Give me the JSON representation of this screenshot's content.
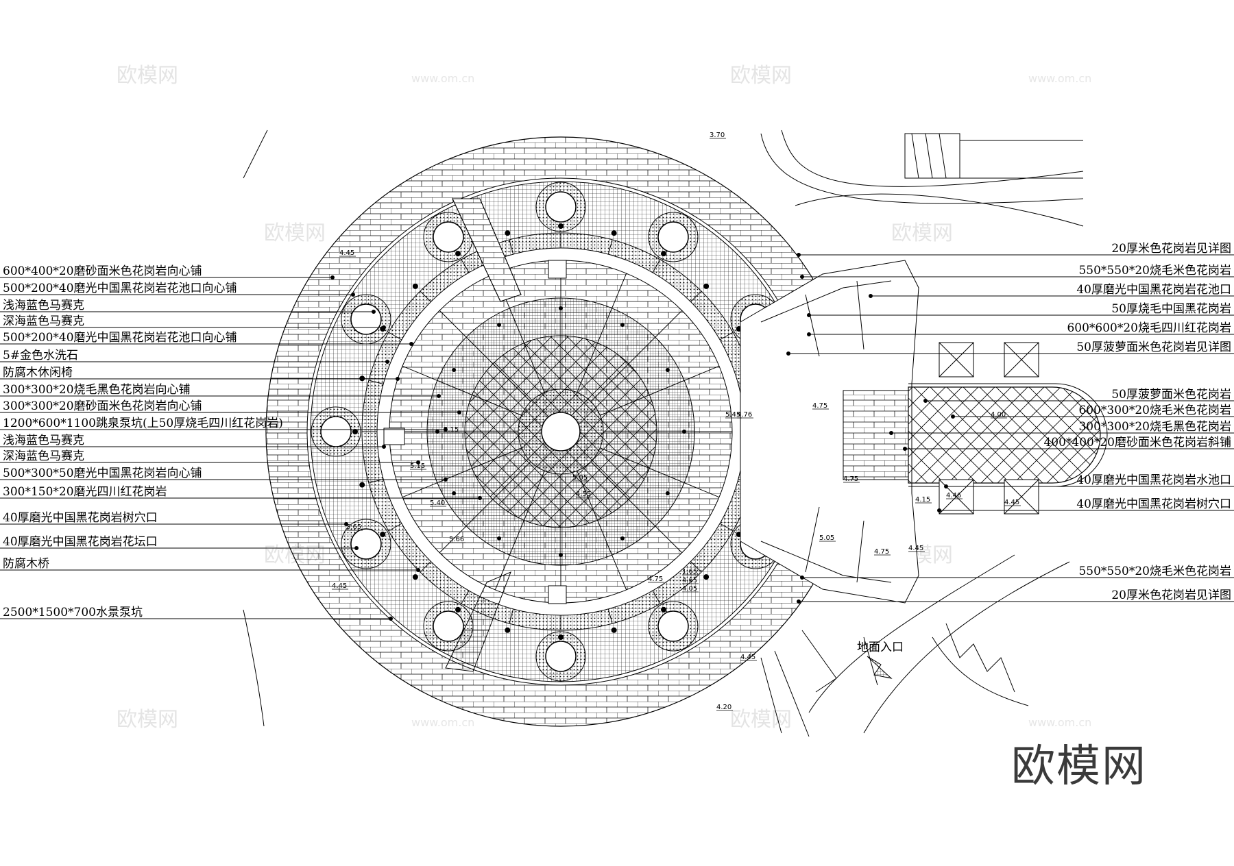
{
  "plan": {
    "left_labels": [
      "600*400*20磨砂面米色花岗岩向心铺",
      "500*200*40磨光中国黑花岗岩花池口向心铺",
      "浅海蓝色马赛克",
      "深海蓝色马赛克",
      "500*200*40磨光中国黑花岗岩花池口向心铺",
      "5#金色水洗石",
      "防腐木休闲椅",
      "300*300*20烧毛黑色花岗岩向心铺",
      "300*300*20磨砂面米色花岗岩向心铺",
      "1200*600*1100跳泉泵坑(上50厚烧毛四川红花岗岩)",
      "浅海蓝色马赛克",
      "深海蓝色马赛克",
      "500*300*50磨光中国黑花岗岩向心铺",
      "300*150*20磨光四川红花岗岩",
      "40厚磨光中国黑花岗岩树穴口",
      "40厚磨光中国黑花岗岩花坛口",
      "防腐木桥",
      "2500*1500*700水景泵坑"
    ],
    "right_labels": [
      "20厚米色花岗岩见详图",
      "550*550*20烧毛米色花岗岩",
      "40厚磨光中国黑花岗岩花池口",
      "50厚烧毛中国黑花岗岩",
      "600*600*20烧毛四川红花岗岩",
      "50厚菠萝面米色花岗岩见详图",
      "50厚菠萝面米色花岗岩",
      "600*300*20烧毛米色花岗岩",
      "300*300*20烧毛黑色花岗岩",
      "400*400*20磨砂面米色花岗岩斜铺",
      "40厚磨光中国黑花岗岩水池口",
      "40厚磨光中国黑花岗岩树穴口",
      "550*550*20烧毛米色花岗岩",
      "20厚米色花岗岩见详图"
    ],
    "elevations": [
      "3.70",
      "4.45",
      "4.75",
      "4.76",
      "4.00",
      "4.75",
      "4.15",
      "4.46",
      "4.45",
      "5.05",
      "4.75",
      "4.45",
      "5.15",
      "5.15",
      "5.40",
      "5.66",
      "5.45",
      "5.05",
      "4.55",
      "4.65",
      "1.65",
      "4.05",
      "4.75",
      "4.45",
      "4.45",
      "4.20",
      "5.65"
    ],
    "entry_label": "地面入口",
    "watermark_text": "欧模网",
    "watermark_url": "www.om.cn",
    "logo_text": "欧模网"
  }
}
